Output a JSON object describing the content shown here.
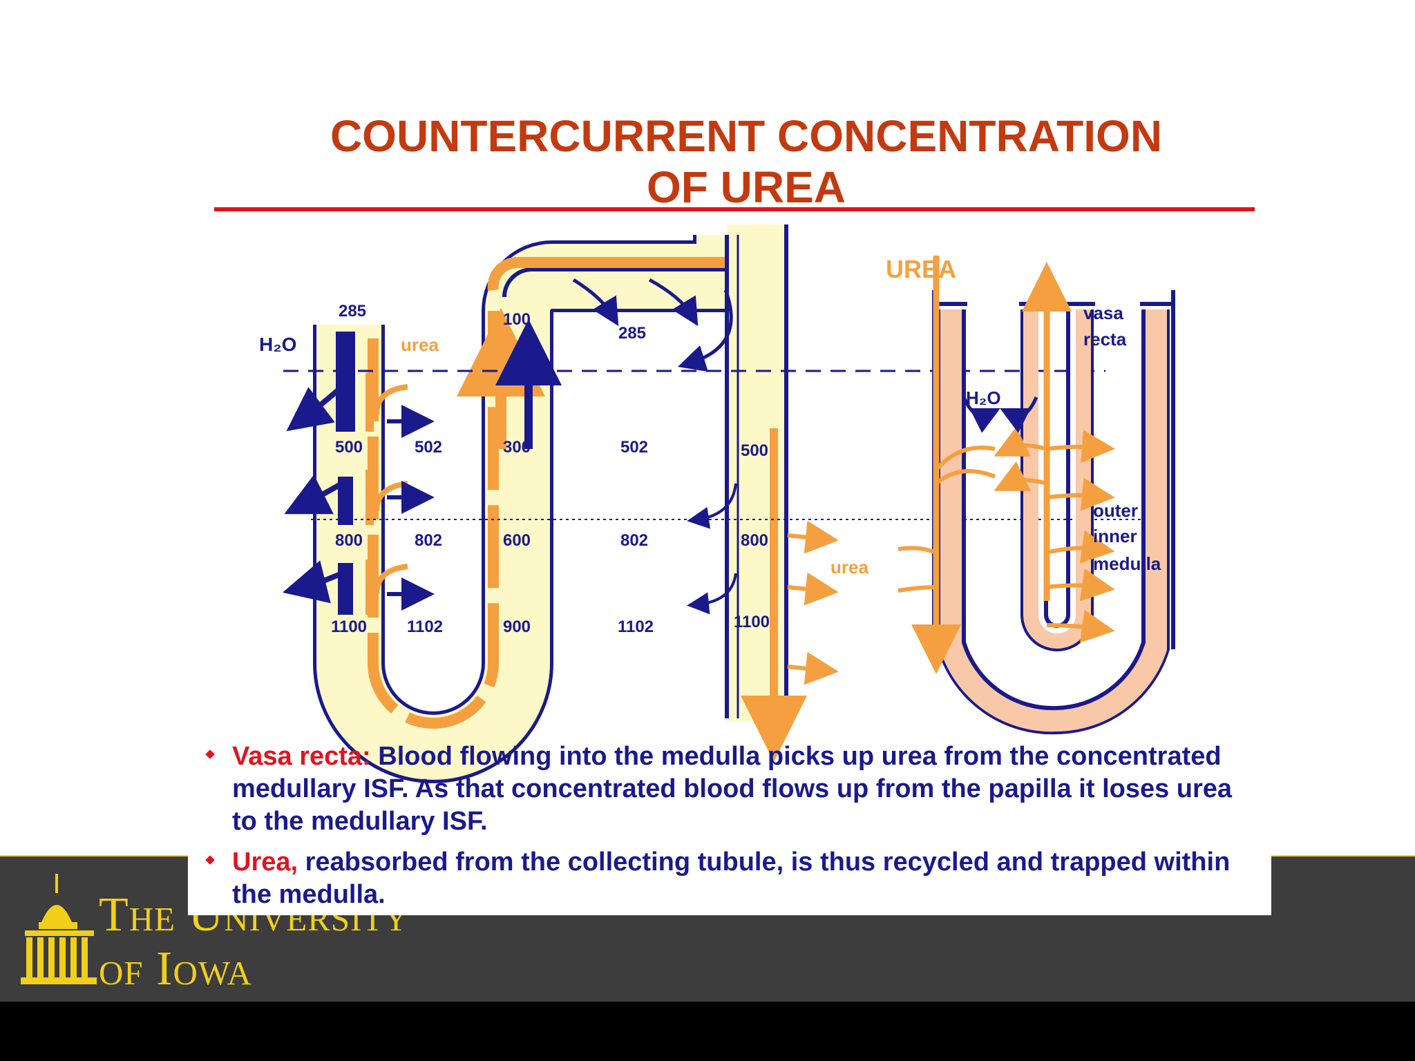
{
  "title": "COUNTERCURRENT CONCENTRATION\nOF UREA",
  "diagram": {
    "loop_values": [
      "285",
      "500",
      "800",
      "1100",
      "100",
      "300",
      "600",
      "900"
    ],
    "interstitial_values": [
      "502",
      "802",
      "1102",
      "285",
      "502",
      "802",
      "1102"
    ],
    "duct_values": [
      "500",
      "800",
      "1100"
    ],
    "labels": {
      "h2o_left": "H₂O",
      "urea_left": "urea",
      "urea_right": "urea",
      "urea_heading": "UREA",
      "vasa_recta_1": "vasa",
      "vasa_recta_2": "recta",
      "h2o_right": "H₂O",
      "outer": "outer",
      "inner": "inner",
      "medulla": "medulla"
    }
  },
  "bullets": [
    {
      "lead": "Vasa recta:",
      "text": " Blood flowing into the medulla picks up urea from the concentrated medullary ISF.  As that concentrated blood flows up from the papilla it loses urea to the medullary ISF."
    },
    {
      "lead": "Urea,",
      "text": " reabsorbed from the collecting tubule, is thus recycled and trapped within the medulla."
    }
  ],
  "footer": {
    "line1": "The University",
    "line2": "of Iowa"
  },
  "colors": {
    "navy": "#1a1a8c",
    "orange": "#f5a040",
    "cream": "#fdf8c8",
    "title": "#c33a10",
    "red": "#e0141e",
    "gold": "#f2cf1a"
  }
}
